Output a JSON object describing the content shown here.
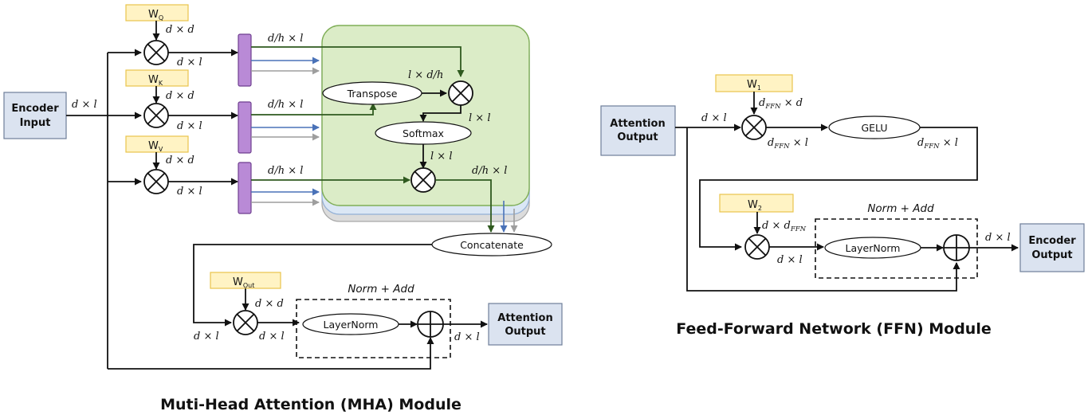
{
  "mha": {
    "encoder_input": [
      "Encoder",
      "Input"
    ],
    "wq": {
      "base": "W",
      "sub": "Q"
    },
    "wk": {
      "base": "W",
      "sub": "K"
    },
    "wv": {
      "base": "W",
      "sub": "V"
    },
    "wout": {
      "base": "W",
      "sub": "Out"
    },
    "d_x_d": "d × d",
    "d_x_l": "d × l",
    "dh_x_l": "d/h × l",
    "l_x_dh": "l × d/h",
    "l_x_l": "l × l",
    "transpose": "Transpose",
    "softmax": "Softmax",
    "concatenate": "Concatenate",
    "norm_add": "Norm + Add",
    "layernorm": "LayerNorm",
    "attention_output": [
      "Attention",
      "Output"
    ],
    "caption": "Muti-Head Attention (MHA) Module"
  },
  "ffn": {
    "attention_output": [
      "Attention",
      "Output"
    ],
    "w1": {
      "base": "W",
      "sub": "1"
    },
    "w2": {
      "base": "W",
      "sub": "2"
    },
    "d_x_l": "d × l",
    "dffn_x_d": {
      "a": "d",
      "sub": "FFN",
      "b": " × d"
    },
    "dffn_x_l": {
      "a": "d",
      "sub": "FFN",
      "b": " × l"
    },
    "d_x_dffn": {
      "a": "d × d",
      "sub": "FFN"
    },
    "gelu": "GELU",
    "norm_add": "Norm + Add",
    "layernorm": "LayerNorm",
    "encoder_output": [
      "Encoder",
      "Output"
    ],
    "caption": "Feed-Forward Network (FFN) Module"
  }
}
